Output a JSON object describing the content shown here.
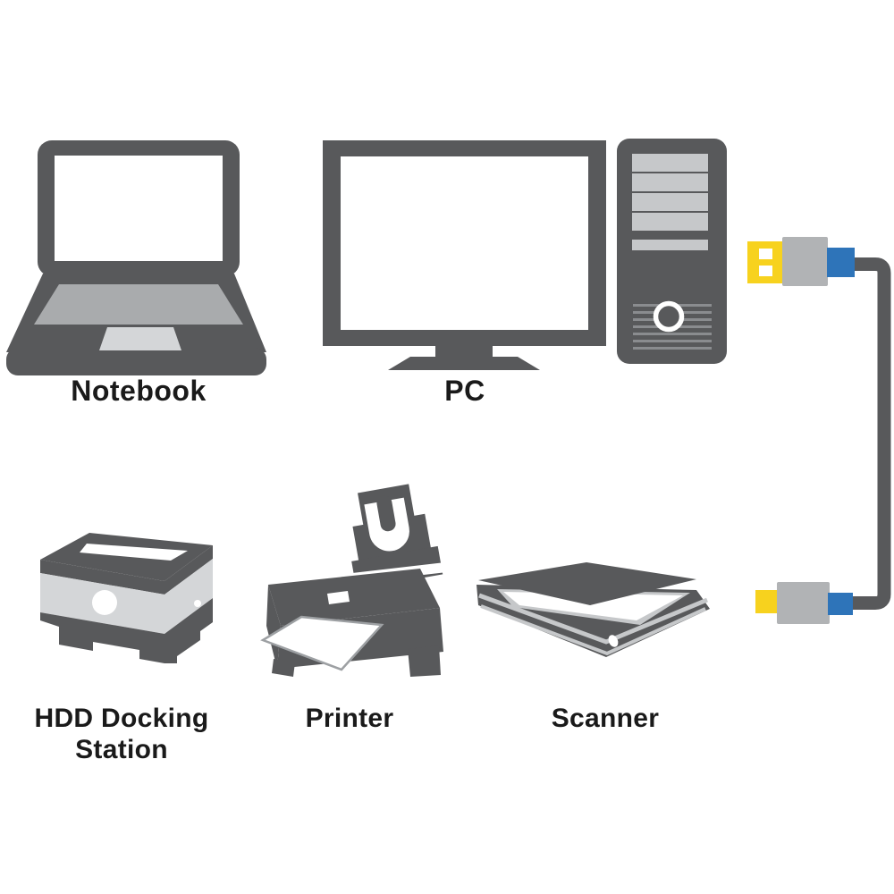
{
  "diagram": {
    "description_labels_only": "device connectivity illustration",
    "colors": {
      "background_white": "#ffffff",
      "device_gray": "#58595b",
      "panel_light_gray": "#c6c8ca",
      "deck_mid_gray": "#a9abad",
      "slot_lighter_gray": "#d4d6d8",
      "vent_gray": "#8a8c8f",
      "connector_body_gray": "#b1b3b5",
      "usb_yellow": "#f7d21e",
      "usb_blue": "#2e74b9",
      "cable_gray": "#58595b",
      "paper_edge_gray": "#9da0a3",
      "screen_white": "#ffffff",
      "label_black": "#1a1a1a"
    },
    "devices": [
      {
        "label": "Notebook",
        "icon": "laptop-icon"
      },
      {
        "label": "PC",
        "icon": "desktop-pc-icon"
      },
      {
        "label": "HDD Docking Station",
        "label_lines": [
          "HDD Docking",
          "Station"
        ],
        "icon": "hdd-docking-station-icon"
      },
      {
        "label": "Printer",
        "icon": "printer-icon"
      },
      {
        "label": "Scanner",
        "icon": "scanner-icon"
      }
    ],
    "cable": {
      "icon": "usb-cable",
      "plug_top_icon": "usb-plug-top",
      "plug_bottom_icon": "usb-plug-bottom"
    }
  }
}
